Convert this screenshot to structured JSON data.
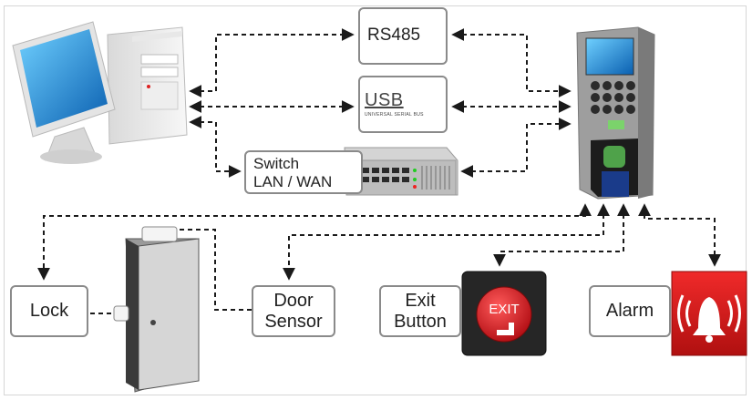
{
  "labels": {
    "rs485": "RS485",
    "usb": "USB",
    "usb_sub": "UNIVERSAL SERIAL BUS",
    "switch_line1": "Switch",
    "switch_line2": "LAN / WAN",
    "lock": "Lock",
    "door_sensor_line1": "Door",
    "door_sensor_line2": "Sensor",
    "exit_button_line1": "Exit",
    "exit_button_line2": "Button",
    "exit_sign": "EXIT",
    "alarm": "Alarm"
  },
  "colors": {
    "line": "#1a1a1a",
    "box_border": "#8a8a8a",
    "exit_red": "#d8141c",
    "alarm_red": "#d01818",
    "screen_blue": "#1a8fd8"
  },
  "icons": [
    "computer-icon",
    "fingerprint-terminal-icon",
    "network-switch-icon",
    "door-icon",
    "exit-button-icon",
    "alarm-icon",
    "usb-plug-icon"
  ]
}
